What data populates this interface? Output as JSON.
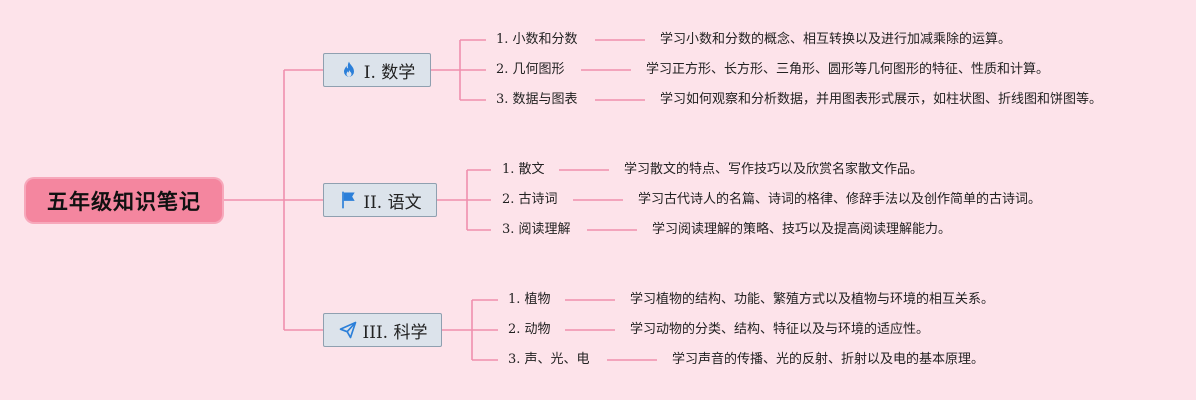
{
  "root": {
    "title": "五年级知识笔记"
  },
  "branches": [
    {
      "label": "I. 数学",
      "icon": "fire-icon",
      "items": [
        {
          "label": "1. 小数和分数",
          "desc": "学习小数和分数的概念、相互转换以及进行加减乘除的运算。"
        },
        {
          "label": "2. 几何图形",
          "desc": "学习正方形、长方形、三角形、圆形等几何图形的特征、性质和计算。"
        },
        {
          "label": "3. 数据与图表",
          "desc": "学习如何观察和分析数据，并用图表形式展示，如柱状图、折线图和饼图等。"
        }
      ]
    },
    {
      "label": "II. 语文",
      "icon": "flag-icon",
      "items": [
        {
          "label": "1. 散文",
          "desc": "学习散文的特点、写作技巧以及欣赏名家散文作品。"
        },
        {
          "label": "2. 古诗词",
          "desc": "学习古代诗人的名篇、诗词的格律、修辞手法以及创作简单的古诗词。"
        },
        {
          "label": "3. 阅读理解",
          "desc": "学习阅读理解的策略、技巧以及提高阅读理解能力。"
        }
      ]
    },
    {
      "label": "III. 科学",
      "icon": "paper-plane-icon",
      "items": [
        {
          "label": "1. 植物",
          "desc": "学习植物的结构、功能、繁殖方式以及植物与环境的相互关系。"
        },
        {
          "label": "2. 动物",
          "desc": "学习动物的分类、结构、特征以及与环境的适应性。"
        },
        {
          "label": "3. 声、光、电",
          "desc": "学习声音的传播、光的反射、折射以及电的基本原理。"
        }
      ]
    }
  ],
  "colors": {
    "background": "#fde3ea",
    "root_fill": "#f4869f",
    "connector": "#f08fad",
    "branch_fill": "#dce3eb",
    "icon_blue": "#2b7fd9"
  }
}
